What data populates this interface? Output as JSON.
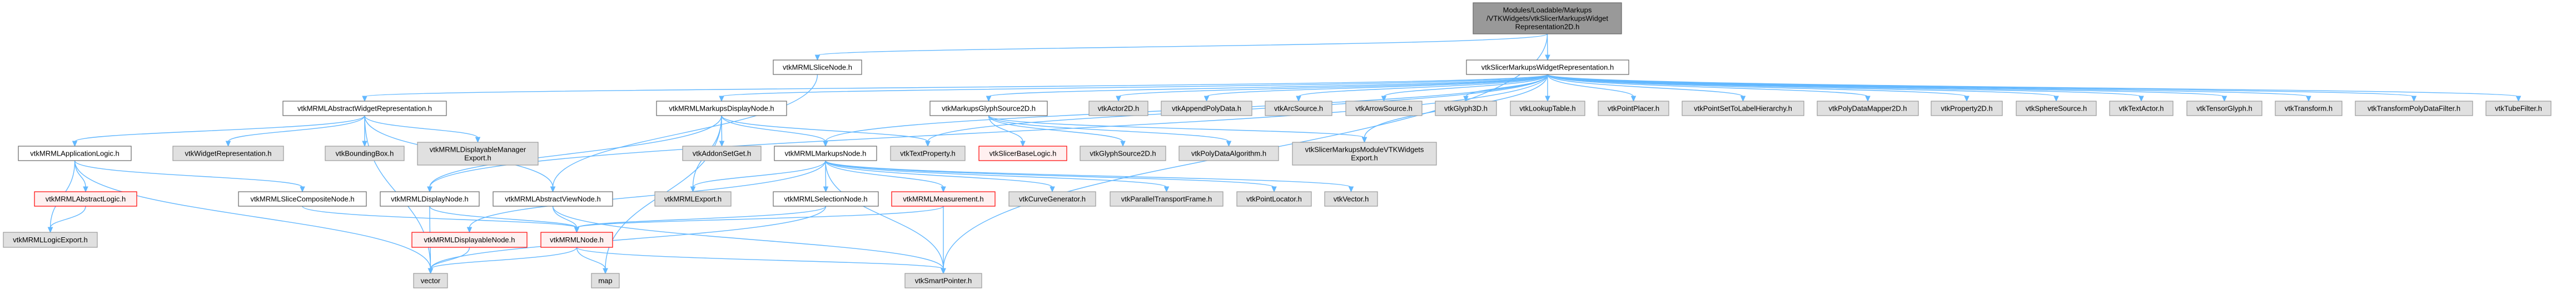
{
  "graph": {
    "colors": {
      "edge": "#63b8ff",
      "root_fill": "#999999",
      "plain_fill": "#ffffff",
      "external_fill": "#e0e0e0",
      "warning_fill": "#fff0f0",
      "warning_border": "#ff0000"
    },
    "nodes": [
      {
        "id": "root",
        "label": [
          "Modules/Loadable/Markups",
          "/VTKWidgets/vtkSlicerMarkupsWidget",
          "Representation2D.h"
        ],
        "kind": "root"
      },
      {
        "id": "smwr",
        "label": [
          "vtkSlicerMarkupsWidgetRepresentation.h"
        ],
        "kind": "plain"
      },
      {
        "id": "slicenode",
        "label": [
          "vtkMRMLSliceNode.h"
        ],
        "kind": "plain"
      },
      {
        "id": "awr",
        "label": [
          "vtkMRMLAbstractWidgetRepresentation.h"
        ],
        "kind": "plain"
      },
      {
        "id": "mdn",
        "label": [
          "vtkMRMLMarkupsDisplayNode.h"
        ],
        "kind": "plain"
      },
      {
        "id": "mgs",
        "label": [
          "vtkMarkupsGlyphSource2D.h"
        ],
        "kind": "plain"
      },
      {
        "id": "actor2d",
        "label": [
          "vtkActor2D.h"
        ],
        "kind": "external"
      },
      {
        "id": "append",
        "label": [
          "vtkAppendPolyData.h"
        ],
        "kind": "external"
      },
      {
        "id": "arc",
        "label": [
          "vtkArcSource.h"
        ],
        "kind": "external"
      },
      {
        "id": "arrowsrc",
        "label": [
          "vtkArrowSource.h"
        ],
        "kind": "external"
      },
      {
        "id": "glyph3d",
        "label": [
          "vtkGlyph3D.h"
        ],
        "kind": "external"
      },
      {
        "id": "lut",
        "label": [
          "vtkLookupTable.h"
        ],
        "kind": "external"
      },
      {
        "id": "placer",
        "label": [
          "vtkPointPlacer.h"
        ],
        "kind": "external"
      },
      {
        "id": "pslh",
        "label": [
          "vtkPointSetToLabelHierarchy.h"
        ],
        "kind": "external"
      },
      {
        "id": "pdm2d",
        "label": [
          "vtkPolyDataMapper2D.h"
        ],
        "kind": "external"
      },
      {
        "id": "prop2d",
        "label": [
          "vtkProperty2D.h"
        ],
        "kind": "external"
      },
      {
        "id": "sphere",
        "label": [
          "vtkSphereSource.h"
        ],
        "kind": "external"
      },
      {
        "id": "textactor",
        "label": [
          "vtkTextActor.h"
        ],
        "kind": "external"
      },
      {
        "id": "tensor",
        "label": [
          "vtkTensorGlyph.h"
        ],
        "kind": "external"
      },
      {
        "id": "transform",
        "label": [
          "vtkTransform.h"
        ],
        "kind": "external"
      },
      {
        "id": "tpdf",
        "label": [
          "vtkTransformPolyDataFilter.h"
        ],
        "kind": "external"
      },
      {
        "id": "tube",
        "label": [
          "vtkTubeFilter.h"
        ],
        "kind": "external"
      },
      {
        "id": "applogic",
        "label": [
          "vtkMRMLApplicationLogic.h"
        ],
        "kind": "plain"
      },
      {
        "id": "widgetrep",
        "label": [
          "vtkWidgetRepresentation.h"
        ],
        "kind": "external"
      },
      {
        "id": "bbox",
        "label": [
          "vtkBoundingBox.h"
        ],
        "kind": "external"
      },
      {
        "id": "dmexport",
        "label": [
          "vtkMRMLDisplayableManager",
          "Export.h"
        ],
        "kind": "external"
      },
      {
        "id": "addon",
        "label": [
          "vtkAddonSetGet.h"
        ],
        "kind": "external"
      },
      {
        "id": "markupsnode",
        "label": [
          "vtkMRMLMarkupsNode.h"
        ],
        "kind": "plain"
      },
      {
        "id": "textprop",
        "label": [
          "vtkTextProperty.h"
        ],
        "kind": "external"
      },
      {
        "id": "sbl",
        "label": [
          "vtkSlicerBaseLogic.h"
        ],
        "kind": "warning"
      },
      {
        "id": "gs2d",
        "label": [
          "vtkGlyphSource2D.h"
        ],
        "kind": "external"
      },
      {
        "id": "pda",
        "label": [
          "vtkPolyDataAlgorithm.h"
        ],
        "kind": "external"
      },
      {
        "id": "modexport",
        "label": [
          "vtkSlicerMarkupsModuleVTKWidgets",
          "Export.h"
        ],
        "kind": "external"
      },
      {
        "id": "abslogic",
        "label": [
          "vtkMRMLAbstractLogic.h"
        ],
        "kind": "warning"
      },
      {
        "id": "scn",
        "label": [
          "vtkMRMLSliceCompositeNode.h"
        ],
        "kind": "plain"
      },
      {
        "id": "displaynode",
        "label": [
          "vtkMRMLDisplayNode.h"
        ],
        "kind": "plain"
      },
      {
        "id": "avn",
        "label": [
          "vtkMRMLAbstractViewNode.h"
        ],
        "kind": "plain"
      },
      {
        "id": "mrmlexport",
        "label": [
          "vtkMRMLExport.h"
        ],
        "kind": "external"
      },
      {
        "id": "selnode",
        "label": [
          "vtkMRMLSelectionNode.h"
        ],
        "kind": "plain"
      },
      {
        "id": "measure",
        "label": [
          "vtkMRMLMeasurement.h"
        ],
        "kind": "warning"
      },
      {
        "id": "curvegen",
        "label": [
          "vtkCurveGenerator.h"
        ],
        "kind": "external"
      },
      {
        "id": "ptf",
        "label": [
          "vtkParallelTransportFrame.h"
        ],
        "kind": "external"
      },
      {
        "id": "ploc",
        "label": [
          "vtkPointLocator.h"
        ],
        "kind": "external"
      },
      {
        "id": "vvec",
        "label": [
          "vtkVector.h"
        ],
        "kind": "external"
      },
      {
        "id": "logicexport",
        "label": [
          "vtkMRMLLogicExport.h"
        ],
        "kind": "external"
      },
      {
        "id": "dispablenode",
        "label": [
          "vtkMRMLDisplayableNode.h"
        ],
        "kind": "warning"
      },
      {
        "id": "mrmlnode",
        "label": [
          "vtkMRMLNode.h"
        ],
        "kind": "warning"
      },
      {
        "id": "vector",
        "label": [
          "vector"
        ],
        "kind": "external"
      },
      {
        "id": "map",
        "label": [
          "map"
        ],
        "kind": "external"
      },
      {
        "id": "smartptr",
        "label": [
          "vtkSmartPointer.h"
        ],
        "kind": "external"
      }
    ],
    "edges": [
      [
        "root",
        "smwr"
      ],
      [
        "root",
        "slicenode"
      ],
      [
        "root",
        "smartptr"
      ],
      [
        "slicenode",
        "avn"
      ],
      [
        "smwr",
        "awr"
      ],
      [
        "smwr",
        "mdn"
      ],
      [
        "smwr",
        "mgs"
      ],
      [
        "smwr",
        "actor2d"
      ],
      [
        "smwr",
        "append"
      ],
      [
        "smwr",
        "arc"
      ],
      [
        "smwr",
        "arrowsrc"
      ],
      [
        "smwr",
        "glyph3d"
      ],
      [
        "smwr",
        "lut"
      ],
      [
        "smwr",
        "placer"
      ],
      [
        "smwr",
        "pslh"
      ],
      [
        "smwr",
        "pdm2d"
      ],
      [
        "smwr",
        "prop2d"
      ],
      [
        "smwr",
        "sphere"
      ],
      [
        "smwr",
        "textactor"
      ],
      [
        "smwr",
        "tensor"
      ],
      [
        "smwr",
        "transform"
      ],
      [
        "smwr",
        "tpdf"
      ],
      [
        "smwr",
        "tube"
      ],
      [
        "smwr",
        "markupsnode"
      ],
      [
        "smwr",
        "textprop"
      ],
      [
        "smwr",
        "modexport"
      ],
      [
        "smwr",
        "displaynode"
      ],
      [
        "awr",
        "applogic"
      ],
      [
        "awr",
        "widgetrep"
      ],
      [
        "awr",
        "bbox"
      ],
      [
        "awr",
        "dmexport"
      ],
      [
        "awr",
        "avn"
      ],
      [
        "awr",
        "vector"
      ],
      [
        "applogic",
        "abslogic"
      ],
      [
        "applogic",
        "logicexport"
      ],
      [
        "applogic",
        "vector"
      ],
      [
        "applogic",
        "scn"
      ],
      [
        "abslogic",
        "logicexport"
      ],
      [
        "scn",
        "mrmlnode"
      ],
      [
        "displaynode",
        "mrmlnode"
      ],
      [
        "displaynode",
        "vector"
      ],
      [
        "avn",
        "mrmlnode"
      ],
      [
        "avn",
        "smartptr"
      ],
      [
        "dispablenode",
        "vector"
      ],
      [
        "mrmlnode",
        "vector"
      ],
      [
        "mrmlnode",
        "map"
      ],
      [
        "mrmlnode",
        "smartptr"
      ],
      [
        "mdn",
        "displaynode"
      ],
      [
        "mdn",
        "addon"
      ],
      [
        "mdn",
        "markupsnode"
      ],
      [
        "mdn",
        "textprop"
      ],
      [
        "mdn",
        "mrmlexport"
      ],
      [
        "mdn",
        "map"
      ],
      [
        "markupsnode",
        "mrmlexport"
      ],
      [
        "markupsnode",
        "selnode"
      ],
      [
        "markupsnode",
        "measure"
      ],
      [
        "markupsnode",
        "curvegen"
      ],
      [
        "markupsnode",
        "ptf"
      ],
      [
        "markupsnode",
        "ploc"
      ],
      [
        "markupsnode",
        "vvec"
      ],
      [
        "markupsnode",
        "dispablenode"
      ],
      [
        "markupsnode",
        "smartptr"
      ],
      [
        "selnode",
        "mrmlnode"
      ],
      [
        "selnode",
        "vector"
      ],
      [
        "measure",
        "mrmlnode"
      ],
      [
        "measure",
        "smartptr"
      ],
      [
        "mgs",
        "sbl"
      ],
      [
        "mgs",
        "gs2d"
      ],
      [
        "mgs",
        "pda"
      ],
      [
        "mgs",
        "modexport"
      ]
    ]
  }
}
